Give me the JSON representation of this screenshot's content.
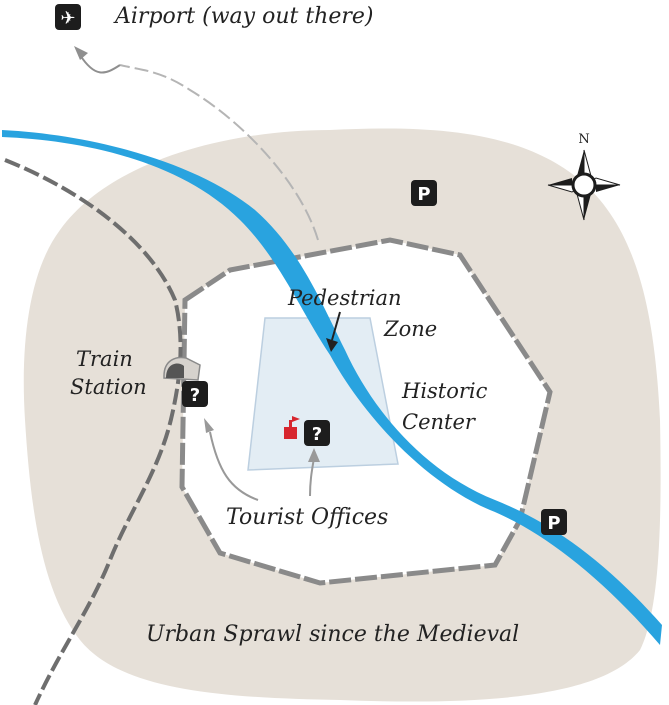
{
  "labels": {
    "airport": "Airport (way out there)",
    "pedestrian_line1": "Pedestrian",
    "pedestrian_line2": "Zone",
    "historic_line1": "Historic",
    "historic_line2": "Center",
    "train_line1": "Train",
    "train_line2": "Station",
    "tourist": "Tourist Offices",
    "sprawl": "Urban Sprawl since the Medieval"
  },
  "compass": {
    "north": "N"
  },
  "icons": {
    "parking_glyph": "P",
    "info_glyph": "?",
    "airport_glyph": "✈"
  },
  "colors": {
    "river": "#29a3df",
    "sprawl": "#e6e0d8",
    "walls": "#7d7d7d",
    "pedestrian_zone": "#e3edf4",
    "tourist_marker": "#d7262e"
  }
}
